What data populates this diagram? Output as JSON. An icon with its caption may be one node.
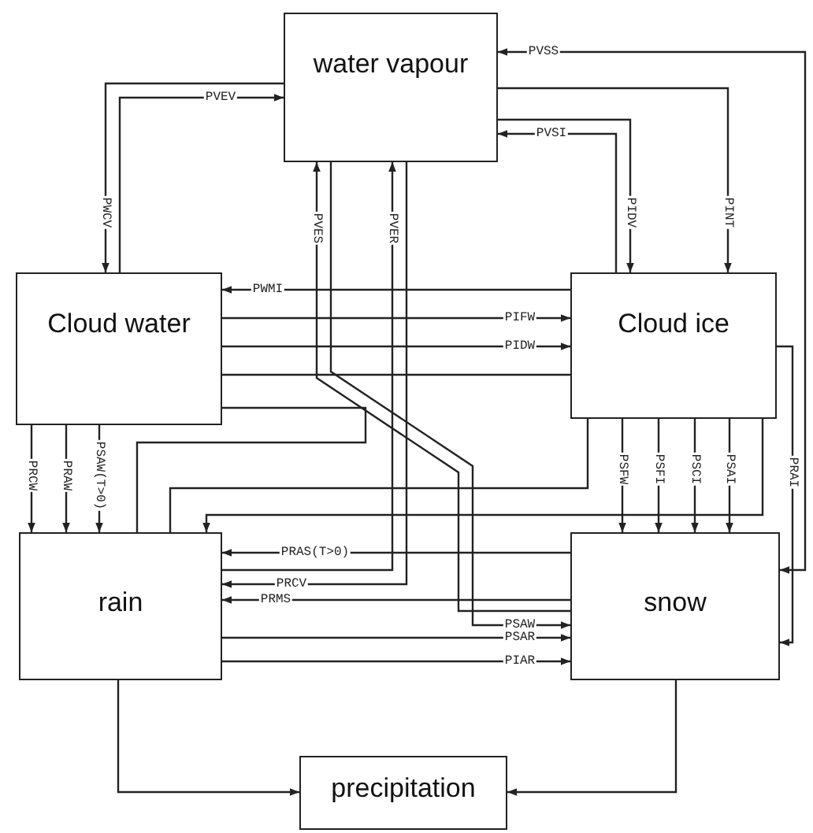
{
  "diagram": {
    "nodes": [
      {
        "text": [
          "water vapour"
        ]
      },
      {
        "text": [
          "Cloud water"
        ]
      },
      {
        "text": [
          "Cloud ice"
        ]
      },
      {
        "text": [
          "rain"
        ]
      },
      {
        "text": [
          "snow"
        ]
      },
      {
        "text": [
          "precipitation"
        ]
      }
    ],
    "edges": [
      {
        "from": 1,
        "to": 0,
        "arrow": "to",
        "label": "PVEV"
      },
      {
        "from": 0,
        "to": 1,
        "arrow": "to",
        "label": "PWCV"
      },
      {
        "from": 4,
        "to": 0,
        "arrow": "both",
        "label": "PVSS"
      },
      {
        "from": 2,
        "to": 0,
        "arrow": "to",
        "label": "PVSI"
      },
      {
        "from": 0,
        "to": 2,
        "arrow": "to",
        "label": "PIDV"
      },
      {
        "from": 0,
        "to": 2,
        "arrow": "to",
        "label": "PINT"
      },
      {
        "from": 4,
        "to": 0,
        "arrow": "to",
        "label": "PVES"
      },
      {
        "from": 0,
        "to": 4,
        "arrow": "to",
        "label": "PSAW"
      },
      {
        "from": 3,
        "to": 0,
        "arrow": "to",
        "label": "PVER"
      },
      {
        "from": 0,
        "to": 3,
        "arrow": "to",
        "label": "PRCV"
      },
      {
        "from": 2,
        "to": 1,
        "arrow": "to",
        "label": "PWMI"
      },
      {
        "from": 1,
        "to": 2,
        "arrow": "to",
        "label": "PIFW"
      },
      {
        "from": 1,
        "to": 2,
        "arrow": "to",
        "label": "PIDW"
      },
      {
        "from": 1,
        "to": 2,
        "arrow": "none"
      },
      {
        "from": 1,
        "to": 3,
        "arrow": "to",
        "label": "PRCW"
      },
      {
        "from": 1,
        "to": 3,
        "arrow": "to",
        "label": "PRAW"
      },
      {
        "from": 1,
        "to": 3,
        "arrow": "to",
        "label": "PSAW(T>0)"
      },
      {
        "from": 2,
        "to": 4,
        "arrow": "to",
        "label": "PSFW"
      },
      {
        "from": 2,
        "to": 4,
        "arrow": "to",
        "label": "PSFI"
      },
      {
        "from": 2,
        "to": 4,
        "arrow": "to",
        "label": "PSCI"
      },
      {
        "from": 2,
        "to": 4,
        "arrow": "to",
        "label": "PSAI"
      },
      {
        "from": 2,
        "to": 4,
        "arrow": "to",
        "label": "PRAI"
      },
      {
        "from": 4,
        "to": 3,
        "arrow": "to",
        "label": "PRAS(T>0)"
      },
      {
        "from": 4,
        "to": 3,
        "arrow": "to",
        "label": "PRMS"
      },
      {
        "from": 3,
        "to": 4,
        "arrow": "to",
        "label": "PSAR"
      },
      {
        "from": 3,
        "to": 4,
        "arrow": "to",
        "label": "PIAR"
      },
      {
        "from": 1,
        "to": 3,
        "arrow": "none"
      },
      {
        "from": 2,
        "to": 3,
        "arrow": "none"
      },
      {
        "from": 2,
        "to": 3,
        "arrow": "to"
      },
      {
        "from": 3,
        "to": 5,
        "arrow": "to"
      },
      {
        "from": 4,
        "to": 5,
        "arrow": "to"
      }
    ]
  }
}
